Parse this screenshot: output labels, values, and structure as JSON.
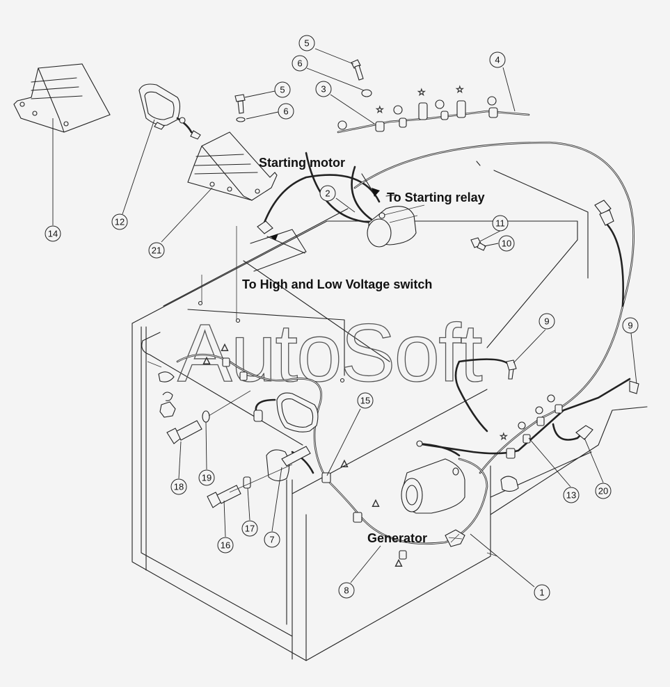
{
  "labels": {
    "starting_motor": "Starting motor",
    "to_starting_relay": "To Starting relay",
    "to_voltage_switch": "To High and Low Voltage switch",
    "generator": "Generator"
  },
  "watermark": "AutoSoft",
  "callouts": {
    "c1": "1",
    "c2": "2",
    "c3": "3",
    "c4": "4",
    "c5a": "5",
    "c5b": "5",
    "c6a": "6",
    "c6b": "6",
    "c7": "7",
    "c8": "8",
    "c9a": "9",
    "c9b": "9",
    "c10": "10",
    "c11": "11",
    "c12": "12",
    "c13": "13",
    "c14": "14",
    "c15": "15",
    "c16": "16",
    "c17": "17",
    "c18": "18",
    "c19": "19",
    "c20": "20",
    "c21": "21"
  },
  "colors": {
    "line": "#222222",
    "background": "#f4f4f4"
  }
}
